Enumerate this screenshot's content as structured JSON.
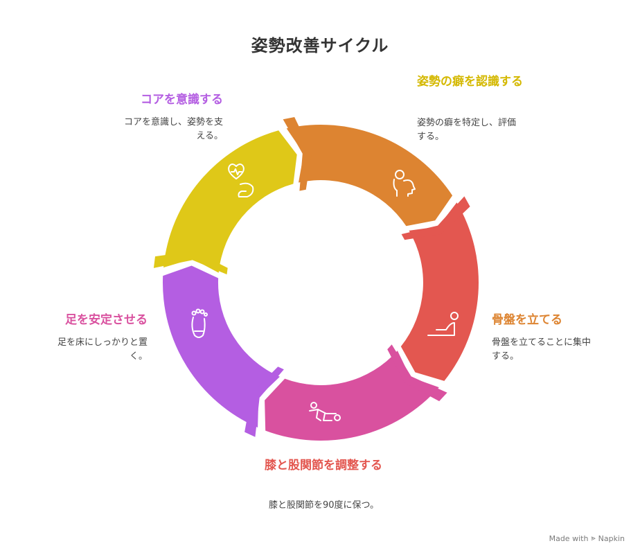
{
  "title": "姿勢改善サイクル",
  "steps": [
    {
      "label": "姿勢の癖を認識する",
      "description": "姿勢の癖を特定し、評価する。",
      "color": "#dfc818",
      "icon": "head-profile-icon"
    },
    {
      "label": "骨盤を立てる",
      "description": "骨盤を立てることに集中する。",
      "color": "#dd8431",
      "icon": "reclining-person-icon"
    },
    {
      "label": "膝と股関節を調整する",
      "description": "膝と股関節を90度に保つ。",
      "color": "#e35750",
      "icon": "lying-person-icon"
    },
    {
      "label": "足を安定させる",
      "description": "足を床にしっかりと置く。",
      "color": "#d9519f",
      "icon": "foot-icon"
    },
    {
      "label": "コアを意識する",
      "description": "コアを意識し、姿勢を支える。",
      "color": "#b45ee2",
      "icon": "heart-arm-icon"
    }
  ],
  "footer": {
    "made_with": "Made with",
    "brand": "Napkin"
  }
}
